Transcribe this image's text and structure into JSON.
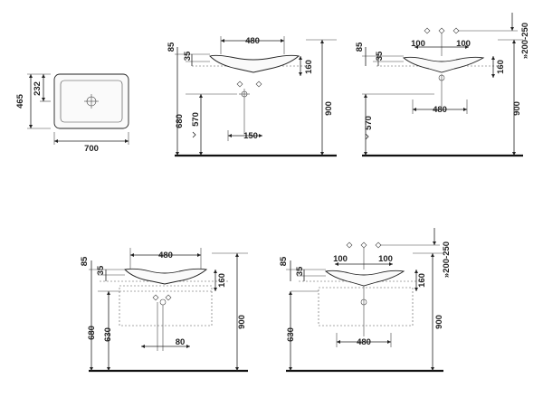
{
  "plan_view": {
    "depth_total": "465",
    "depth_inner": "232",
    "width": "700"
  },
  "elevation_a": {
    "bowl_width": "480",
    "rim_top": "85",
    "rim": "35",
    "basin_height": "160",
    "height_total": "900",
    "height_rim": "680",
    "drain_height": "570",
    "drain_offset": "150"
  },
  "elevation_b": {
    "tap_spacing_left": "100",
    "tap_spacing_right": "100",
    "tap_range": "»200-250",
    "rim_top": "85",
    "rim": "35",
    "basin_height": "160",
    "bowl_width": "480",
    "height_total": "900",
    "drain_height": "570"
  },
  "elevation_c": {
    "bowl_width": "480",
    "rim_top": "85",
    "rim": "35",
    "basin_height": "160",
    "height_total": "900",
    "height_rim": "680",
    "cabinet_height": "630",
    "drain_offset": "80"
  },
  "elevation_d": {
    "tap_spacing_left": "100",
    "tap_spacing_right": "100",
    "tap_range": "»200-250",
    "rim_top": "85",
    "rim": "35",
    "basin_height": "160",
    "height_total": "900",
    "cabinet_height": "630",
    "bowl_width": "480"
  }
}
